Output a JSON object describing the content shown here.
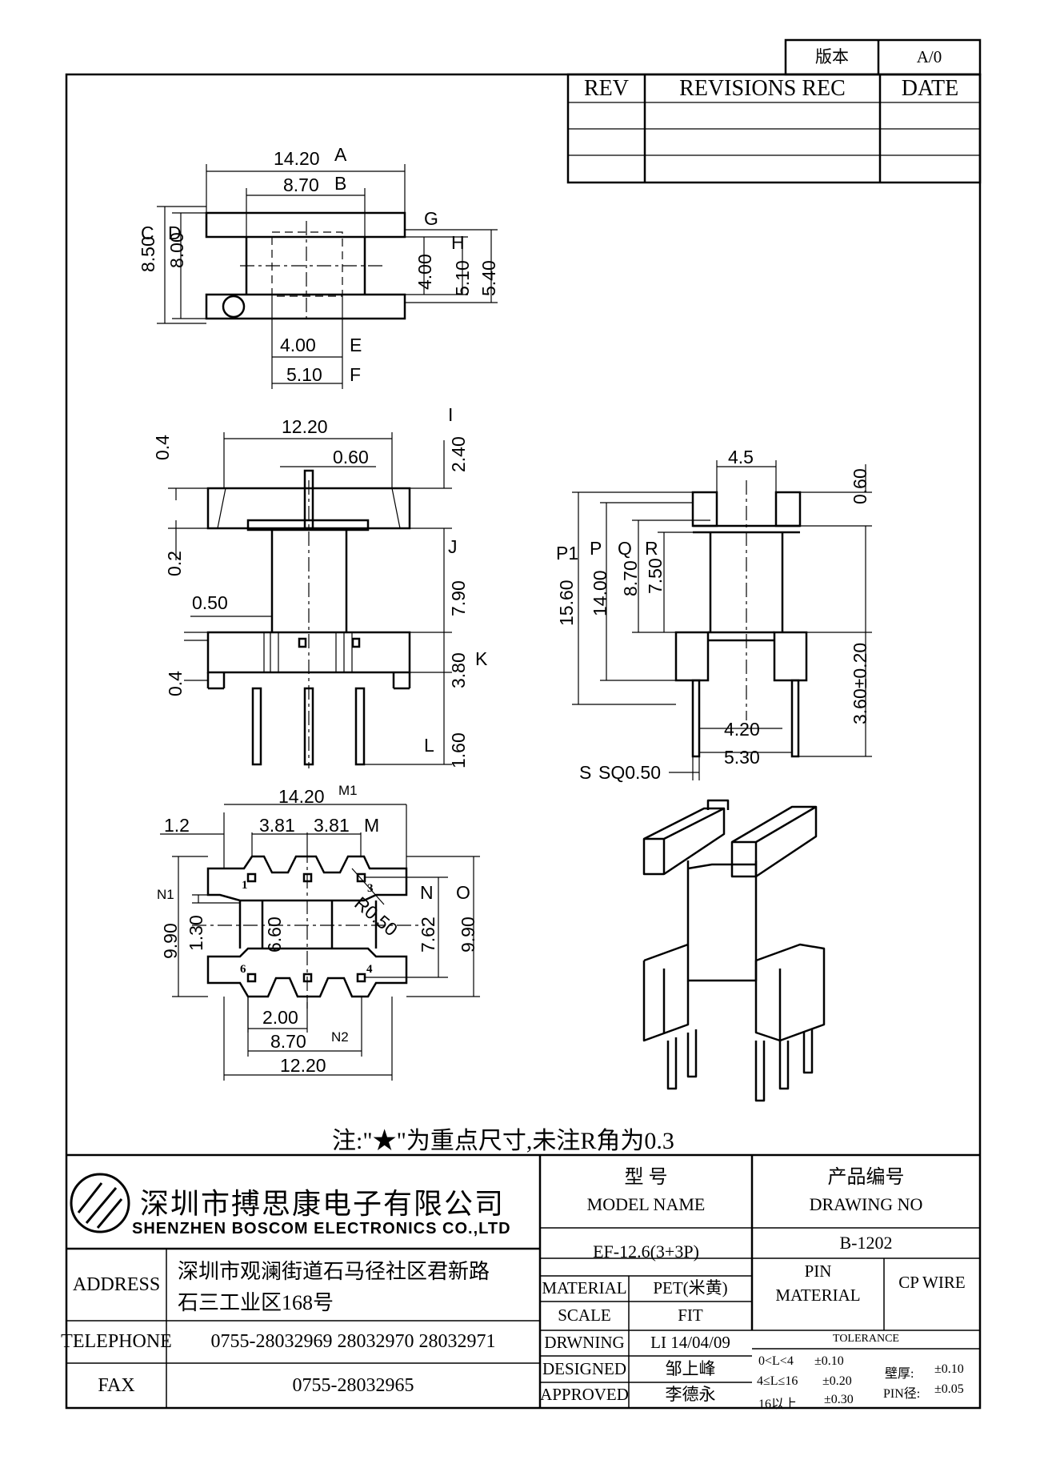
{
  "version_box": {
    "label": "版本",
    "value": "A/0"
  },
  "revisions": {
    "rev_header": "REV",
    "rec_header": "REVISIONS REC",
    "date_header": "DATE"
  },
  "top_view": {
    "dims": [
      "14.20",
      "8.70",
      "8.50",
      "8.00",
      "4.00",
      "5.10",
      "5.40",
      "4.00",
      "5.10"
    ],
    "marks": [
      "A",
      "B",
      "C",
      "D",
      "G",
      "H",
      "E",
      "F"
    ]
  },
  "front_view": {
    "dims": [
      "12.20",
      "0.60",
      "0.4",
      "2.40",
      "0.2",
      "7.90",
      "0.50",
      "0.4",
      "3.80",
      "1.60"
    ],
    "marks": [
      "I",
      "J",
      "K",
      "L"
    ]
  },
  "side_view": {
    "dims": [
      "4.5",
      "0.60",
      "15.60",
      "14.00",
      "8.70",
      "7.50",
      "3.60±0.20",
      "4.20",
      "5.30",
      "SQ0.50"
    ],
    "marks": [
      "P1",
      "P",
      "Q",
      "R",
      "S"
    ]
  },
  "bottom_view": {
    "dims": [
      "14.20",
      "1.2",
      "3.81",
      "3.81",
      "9.90",
      "1.30",
      "6.60",
      "R0.50",
      "7.62",
      "9.90",
      "2.00",
      "8.70",
      "12.20"
    ],
    "marks": [
      "M1",
      "M",
      "N1",
      "N",
      "O",
      "N2"
    ],
    "pins": [
      "1",
      "3",
      "6",
      "4"
    ]
  },
  "note": "注:\"★\"为重点尺寸,未注R角为0.3",
  "company": {
    "name_cn": "深圳市搏思康电子有限公司",
    "name_en": "SHENZHEN BOSCOM ELECTRONICS CO.,LTD"
  },
  "info": {
    "address_label": "ADDRESS",
    "address_line1": "深圳市观澜街道石马径社区君新路",
    "address_line2": "石三工业区168号",
    "telephone_label": "TELEPHONE",
    "telephone": "0755-28032969 28032970 28032971",
    "fax_label": "FAX",
    "fax": "0755-28032965"
  },
  "model": {
    "label_cn": "型    号",
    "label_en": "MODEL NAME",
    "value": "EF-12.6(3+3P)"
  },
  "drawing": {
    "label_cn": "产品编号",
    "label_en": "DRAWING NO",
    "value": "B-1202"
  },
  "material": {
    "label": "MATERIAL",
    "value": "PET(米黄)"
  },
  "scale": {
    "label": "SCALE",
    "value": "FIT"
  },
  "drwning": {
    "label": "DRWNING",
    "value": "LI 14/04/09"
  },
  "designed": {
    "label": "DESIGNED",
    "value": "邹上峰"
  },
  "approved": {
    "label": "APPROVED",
    "value": "李德永"
  },
  "pin_material": {
    "label_line1": "PIN",
    "label_line2": "MATERIAL",
    "value": "CP WIRE"
  },
  "tolerance": {
    "header": "TOLERANCE",
    "r1_range": "0<L<4",
    "r1_val": "±0.10",
    "r2_range": "4≤L≤16",
    "r2_val": "±0.20",
    "r3_range": "16以上",
    "r3_val": "±0.30",
    "wall_label": "壁厚:",
    "wall_val": "±0.10",
    "pin_label": "PIN径:",
    "pin_val": "±0.05"
  }
}
